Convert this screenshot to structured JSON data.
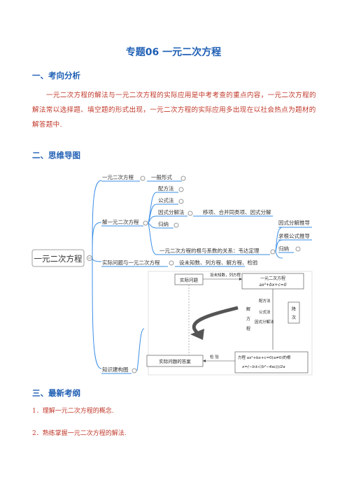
{
  "doc": {
    "title": "专题06  一元二次方程",
    "sec1": "一、考向分析",
    "para": "一元二次方程的解法与一元二次方程的实际应用是中考考查的重点内容，一元二次方程的解法常以选择题、填空题的形式出现，一元二次方程的实际应用多出现在以社会热点为题材的解答题中.",
    "sec2": "二、思维导图",
    "sec3": "三、最新考纲",
    "items": [
      "1．理解一元二次方程的概念.",
      "2．熟练掌握一元二次方程的解法."
    ]
  },
  "mindmap": {
    "root": "一元二次方程",
    "b1": "一元二次方程",
    "b1_leaf": "一般形式",
    "b2": "解一元二次方程",
    "b2_leaves": [
      "配方法",
      "公式法",
      "因式分解法",
      "归纳"
    ],
    "b2_factor_note": "移项、合并同类项、因式分解",
    "b2_sub": "一元二次方程的根与系数的关系：韦达定理",
    "b2_sub_leaves": [
      "因式分解推导",
      "求根公式推导",
      "归纳"
    ],
    "b3": "实际问题与一元二次方程",
    "b3_note": "设未知数、列方程、解方程、检验",
    "b4": "知识建构图",
    "flow": {
      "real_problem": "实际问题",
      "set_unknown": "设未知数，列方程",
      "eq_title": "一元二次方程",
      "eq_formula": "ax²+bx+c=0",
      "solve_vertical": [
        "解",
        "方",
        "程"
      ],
      "methods": [
        "配方法",
        "公式法",
        "因式分解法"
      ],
      "reduce": [
        "降",
        "次"
      ],
      "check": "检  验",
      "answer": "实际问题的答案",
      "root_line": "方程 ax²+bx+c=0(a≠0)的根",
      "root_formula": "x=(−b±√(b²−4ac))/2a"
    }
  }
}
